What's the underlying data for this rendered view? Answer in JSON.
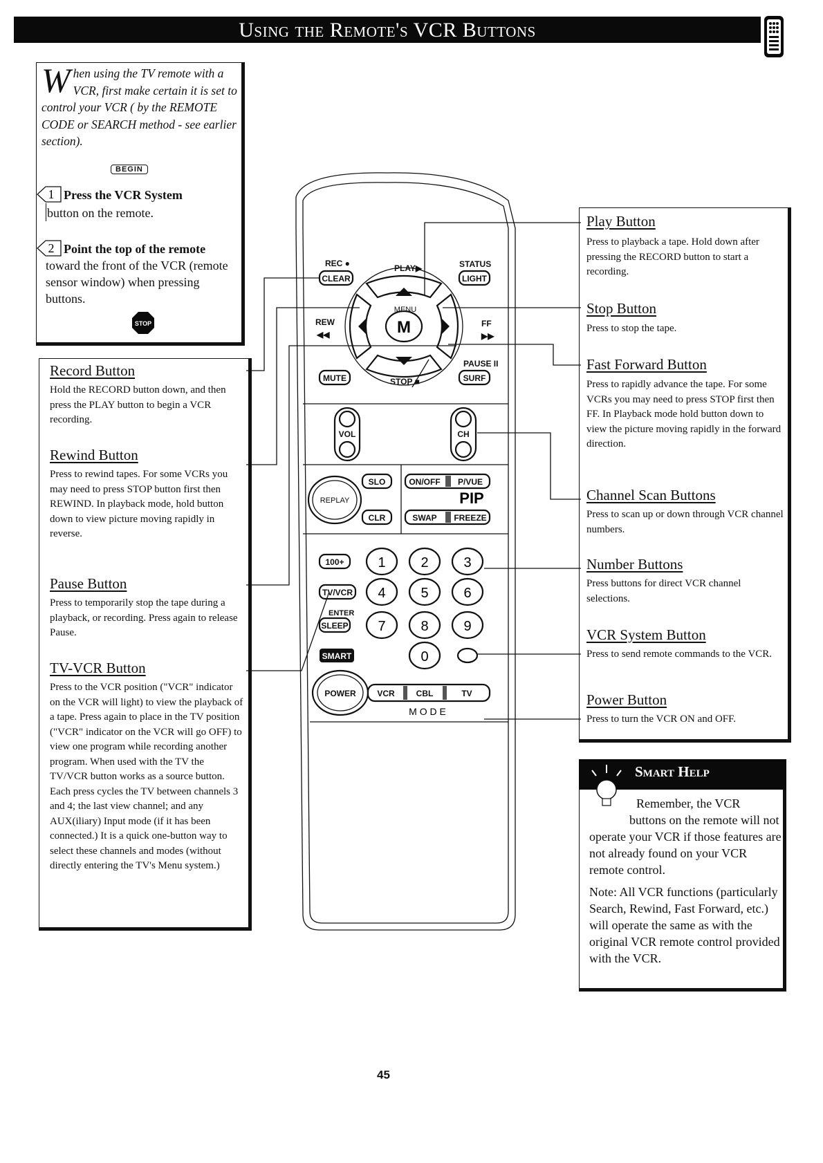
{
  "header": {
    "title": "Using the Remote's VCR Buttons"
  },
  "icons": {
    "header_icon": "remote-control-icon",
    "stop_icon": "stop-sign-icon",
    "help_icon": "lightbulb-icon"
  },
  "intro": {
    "dropcap": "W",
    "text": "hen using the TV remote with a VCR, first make certain it is set to control your VCR ( by the REMOTE CODE or SEARCH method - see earlier section).",
    "begin": "BEGIN",
    "step1_num": "1",
    "step1_bold": "Press the VCR System",
    "step1_rest": "button on the remote.",
    "step2_num": "2",
    "step2_bold": "Point the top of the remote",
    "step2_rest": "toward the front of the VCR (remote sensor window) when pressing buttons.",
    "stop_label": "STOP"
  },
  "left_callouts": {
    "record": {
      "title": "Record Button",
      "body": "Hold the RECORD button down, and then press the PLAY button to begin a VCR recording."
    },
    "rewind": {
      "title": "Rewind Button",
      "body": "Press to rewind tapes. For some VCRs you may need to press STOP button first then REWIND. In playback mode, hold button down to view picture moving rapidly in reverse."
    },
    "pause": {
      "title": "Pause Button",
      "body": "Press to temporarily stop the tape during a playback, or recording. Press again to release Pause."
    },
    "tvvcr": {
      "title": "TV-VCR Button",
      "body": "Press to the VCR position (\"VCR\" indicator on the VCR will light) to view the playback of a tape. Press again to place in the TV position (\"VCR\" indicator on the VCR will go OFF) to view one program while recording another program. When used with the TV the TV/VCR button works as a source button. Each press cycles the TV between channels 3 and 4; the last view channel; and any AUX(iliary) Input mode (if it has been connected.) It is a quick one-button way to select these channels and modes (without directly entering the TV's Menu system.)"
    }
  },
  "right_callouts": {
    "play": {
      "title": "Play Button",
      "body": "Press to playback a tape. Hold down after pressing the RECORD button to start a recording."
    },
    "stop": {
      "title": "Stop Button",
      "body": "Press to stop the tape."
    },
    "ff": {
      "title": "Fast Forward Button",
      "body": "Press to rapidly advance the tape. For some VCRs you may need to press STOP first then FF. In Playback mode hold button down to view the picture moving rapidly in the forward direction."
    },
    "channel": {
      "title": "Channel Scan Buttons",
      "body": "Press to scan up or down through VCR channel numbers."
    },
    "number": {
      "title": "Number Buttons",
      "body": "Press buttons for direct VCR channel selections."
    },
    "vcrsystem": {
      "title": "VCR System Button",
      "body": "Press to send remote commands to the VCR."
    },
    "power": {
      "title": "Power Button",
      "body": "Press to turn the VCR ON and OFF."
    }
  },
  "remote": {
    "rec": "REC ●",
    "play": "PLAY▶",
    "status": "STATUS",
    "clear": "CLEAR",
    "light": "LIGHT",
    "menu": "MENU",
    "m": "M",
    "rew": "REW",
    "rew_sym": "◀◀",
    "ff": "FF",
    "ff_sym": "▶▶",
    "pause": "PAUSE II",
    "mute": "MUTE",
    "stop": "STOP ■",
    "surf": "SURF",
    "vol": "VOL",
    "ch": "CH",
    "slo": "SLO",
    "onoff": "ON/OFF",
    "pvue": "P/VUE",
    "replay": "REPLAY",
    "pip": "PIP",
    "clr": "CLR",
    "swap": "SWAP",
    "freeze": "FREEZE",
    "k100": "100+",
    "tvvcr": "TV/VCR",
    "enter": "ENTER",
    "sleep": "SLEEP",
    "smart": "SMART",
    "digits": [
      "1",
      "2",
      "3",
      "4",
      "5",
      "6",
      "7",
      "8",
      "9",
      "0"
    ],
    "power": "POWER",
    "vcr": "VCR",
    "cbl": "CBL",
    "tv": "TV",
    "mode": "M O D E"
  },
  "smart_help": {
    "title": "Smart Help",
    "text1": "Remember, the VCR",
    "text2": "buttons on the remote will not operate your VCR if those features are not already found on your VCR remote control.",
    "note": "Note: All VCR functions (particularly Search, Rewind, Fast Forward, etc.) will operate the same as with the original VCR remote control provided with the VCR."
  },
  "page_number": "45"
}
